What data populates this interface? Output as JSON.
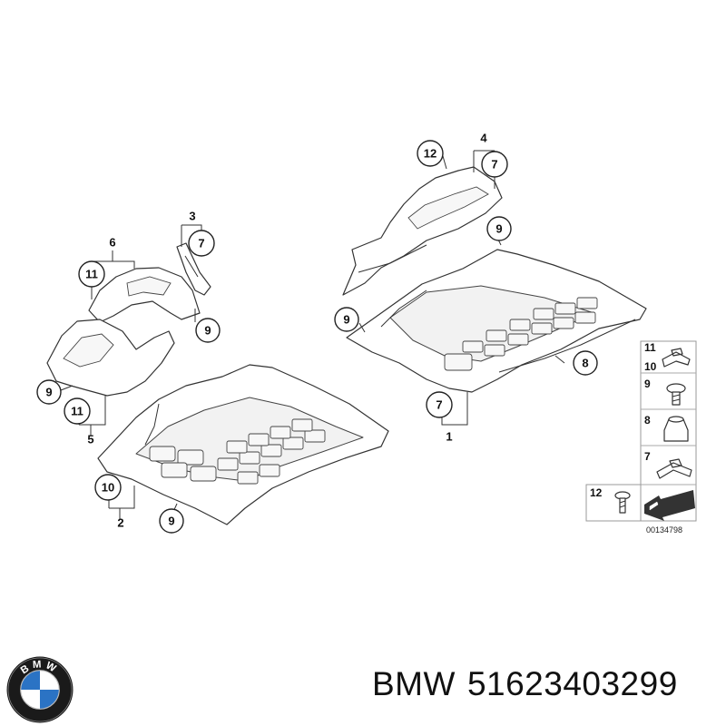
{
  "diagram": {
    "reference_code": "00134798",
    "callouts": [
      {
        "label": "12"
      },
      {
        "label": "4"
      },
      {
        "label": "7"
      },
      {
        "label": "9"
      },
      {
        "label": "9"
      },
      {
        "label": "8"
      },
      {
        "label": "7"
      },
      {
        "label": "1"
      },
      {
        "label": "3"
      },
      {
        "label": "7"
      },
      {
        "label": "6"
      },
      {
        "label": "11"
      },
      {
        "label": "9"
      },
      {
        "label": "9"
      },
      {
        "label": "11"
      },
      {
        "label": "5"
      },
      {
        "label": "10"
      },
      {
        "label": "2"
      },
      {
        "label": "9"
      }
    ],
    "legend": {
      "rows": [
        {
          "labels": [
            "11",
            "10"
          ]
        },
        {
          "labels": [
            "9"
          ]
        },
        {
          "labels": [
            "8"
          ]
        },
        {
          "labels": [
            "7"
          ]
        },
        {
          "labels": [
            "12"
          ]
        }
      ]
    }
  },
  "footer": {
    "brand": "BMW",
    "part_number": "51623403299",
    "logo_letters": "BMW"
  }
}
